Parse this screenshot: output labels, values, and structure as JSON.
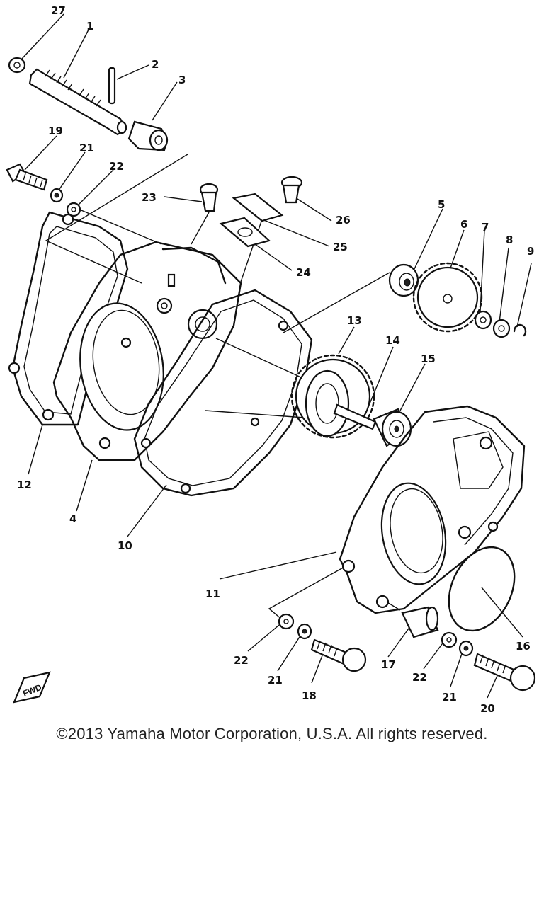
{
  "callouts": {
    "c1": "1",
    "c2": "2",
    "c3": "3",
    "c4": "4",
    "c5": "5",
    "c6": "6",
    "c7": "7",
    "c8": "8",
    "c9": "9",
    "c10": "10",
    "c11": "11",
    "c12": "12",
    "c13": "13",
    "c14": "14",
    "c15": "15",
    "c16": "16",
    "c17": "17",
    "c18": "18",
    "c19": "19",
    "c20": "20",
    "c21a": "21",
    "c21b": "21",
    "c21c": "21",
    "c22a": "22",
    "c22b": "22",
    "c22c": "22",
    "c23": "23",
    "c24": "24",
    "c25": "25",
    "c26": "26",
    "c27": "27"
  },
  "fwd_badge": "FWD",
  "copyright": "©2013 Yamaha Motor Corporation, U.S.A. All rights reserved."
}
